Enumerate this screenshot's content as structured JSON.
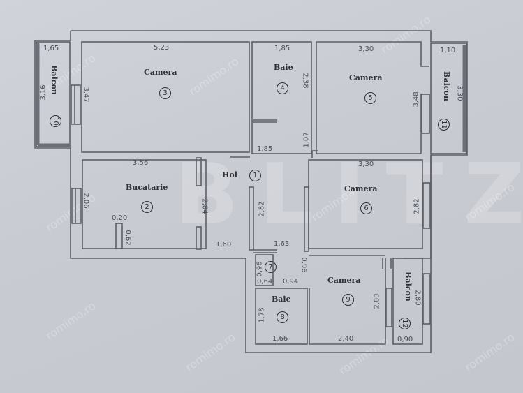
{
  "plan": {
    "watermark_brand": "BLITZ",
    "watermark_site": "romimo.ro",
    "rooms": [
      {
        "id": "1",
        "name": "Hol"
      },
      {
        "id": "2",
        "name": "Bucatarie"
      },
      {
        "id": "3",
        "name": "Camera"
      },
      {
        "id": "4",
        "name": "Baie"
      },
      {
        "id": "5",
        "name": "Camera"
      },
      {
        "id": "6",
        "name": "Camera"
      },
      {
        "id": "7",
        "name": ""
      },
      {
        "id": "8",
        "name": "Baie"
      },
      {
        "id": "9",
        "name": "Camera"
      },
      {
        "id": "10",
        "name": "Balcon"
      },
      {
        "id": "11",
        "name": "Balcon"
      },
      {
        "id": "12",
        "name": "Balcon"
      }
    ],
    "dimensions": {
      "balcon10_w": "1,65",
      "balcon10_h": "3,16",
      "camera3_w": "5,23",
      "camera3_h": "3,47",
      "baie4_w": "1,85",
      "baie4_h": "2,38",
      "camera5_w": "3,30",
      "camera5_h": "3,48",
      "balcon11_w": "1,10",
      "balcon11_h": "3,30",
      "bucatarie_w": "3,56",
      "bucatarie_h": "2,06",
      "bucatarie_h2": "2,84",
      "bucatarie_niche_w": "0,20",
      "bucatarie_niche_h": "0,62",
      "hol_w_top": "1,85",
      "hol_door": "1,07",
      "hol_h": "2,82",
      "hol_w_bottom": "1,63",
      "hol_bottom_left": "1,60",
      "camera6_w": "3,30",
      "camera6_h": "2,82",
      "r7_h": "0,96",
      "r7_w": "0,64",
      "r7_door_h": "0,96",
      "r7_door_w": "0,94",
      "baie8_h": "1,78",
      "baie8_w": "1,66",
      "camera9_w": "2,40",
      "camera9_h": "2,83",
      "balcon12_h": "2,80",
      "balcon12_w": "0,90"
    }
  }
}
